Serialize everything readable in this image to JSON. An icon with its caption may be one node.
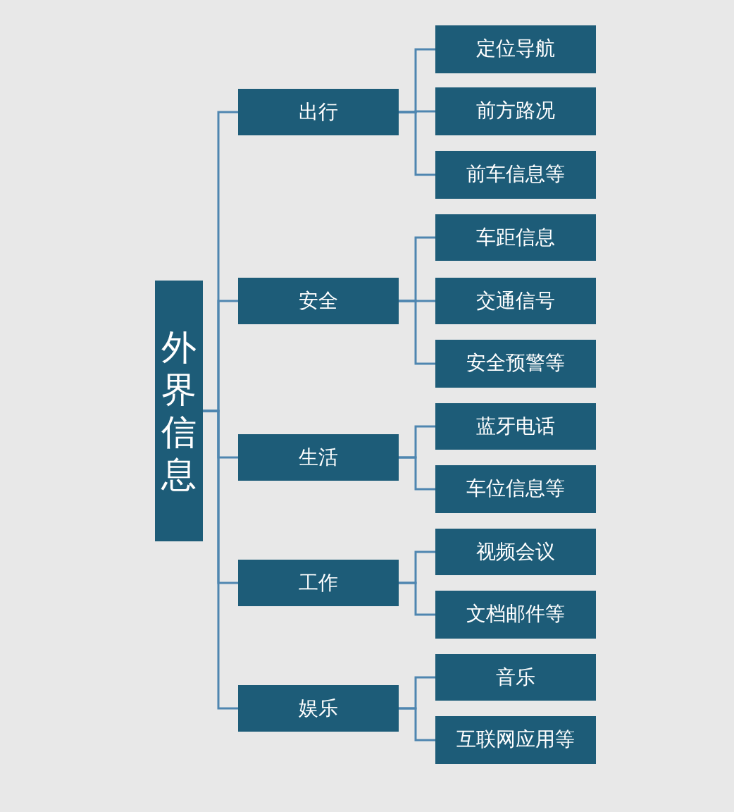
{
  "diagram": {
    "nodes": [
      {
        "text": [
          "外界信息"
        ]
      },
      {
        "text": [
          "出行"
        ]
      },
      {
        "text": [
          "安全"
        ]
      },
      {
        "text": [
          "生活"
        ]
      },
      {
        "text": [
          "工作"
        ]
      },
      {
        "text": [
          "娱乐"
        ]
      },
      {
        "text": [
          "定位导航"
        ]
      },
      {
        "text": [
          "前方路况"
        ]
      },
      {
        "text": [
          "前车信息等"
        ]
      },
      {
        "text": [
          "车距信息"
        ]
      },
      {
        "text": [
          "交通信号"
        ]
      },
      {
        "text": [
          "安全预警等"
        ]
      },
      {
        "text": [
          "蓝牙电话"
        ]
      },
      {
        "text": [
          "车位信息等"
        ]
      },
      {
        "text": [
          "视频会议"
        ]
      },
      {
        "text": [
          "文档邮件等"
        ]
      },
      {
        "text": [
          "音乐"
        ]
      },
      {
        "text": [
          "互联网应用等"
        ]
      }
    ],
    "edges": [
      {
        "from": 0,
        "to": 1,
        "arrow": "none"
      },
      {
        "from": 0,
        "to": 2,
        "arrow": "none"
      },
      {
        "from": 0,
        "to": 3,
        "arrow": "none"
      },
      {
        "from": 0,
        "to": 4,
        "arrow": "none"
      },
      {
        "from": 0,
        "to": 5,
        "arrow": "none"
      },
      {
        "from": 1,
        "to": 6,
        "arrow": "none"
      },
      {
        "from": 1,
        "to": 7,
        "arrow": "none"
      },
      {
        "from": 1,
        "to": 8,
        "arrow": "none"
      },
      {
        "from": 2,
        "to": 9,
        "arrow": "none"
      },
      {
        "from": 2,
        "to": 10,
        "arrow": "none"
      },
      {
        "from": 2,
        "to": 11,
        "arrow": "none"
      },
      {
        "from": 3,
        "to": 12,
        "arrow": "none"
      },
      {
        "from": 3,
        "to": 13,
        "arrow": "none"
      },
      {
        "from": 4,
        "to": 14,
        "arrow": "none"
      },
      {
        "from": 4,
        "to": 15,
        "arrow": "none"
      },
      {
        "from": 5,
        "to": 16,
        "arrow": "none"
      },
      {
        "from": 5,
        "to": 17,
        "arrow": "none"
      }
    ]
  }
}
